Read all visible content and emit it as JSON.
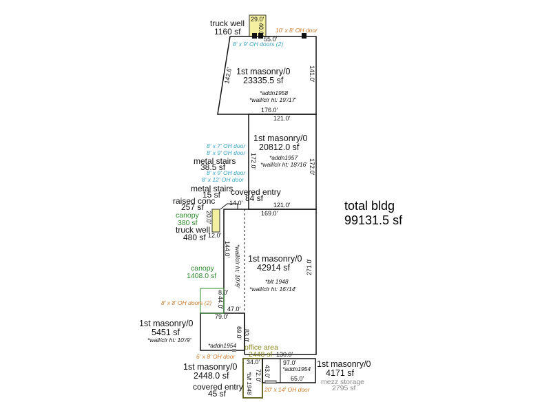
{
  "colors": {
    "door_blue": "#3aa6c8",
    "door_orange": "#d07a2a",
    "canopy_green": "#2e8b2e",
    "office_olive": "#8a8a20",
    "mezz_gray": "#888888",
    "truckwell_fill": "#f5f0a0"
  },
  "total": {
    "label": "total bldg",
    "area": "99131.5 sf"
  },
  "areas": [
    {
      "name": "1st masonry/0",
      "sf": "23335.5 sf",
      "notes": [
        "*addn1958",
        "*wall/clr ht: 19'/17'"
      ]
    },
    {
      "name": "1st masonry/0",
      "sf": "20812.0 sf",
      "notes": [
        "*addn1957",
        "*wall/clr ht: 18'/16'"
      ]
    },
    {
      "name": "1st masonry/0",
      "sf": "42914 sf",
      "notes": [
        "*blt 1948",
        "*wall/clr ht: 16'/14'"
      ]
    },
    {
      "name": "1st masonry/0",
      "sf": "5451 sf",
      "notes": [
        "*wall/clr ht: 10'/9'",
        "*addn1954"
      ]
    },
    {
      "name": "1st masonry/0",
      "sf": "2448.0 sf",
      "notes": [
        "*blt 1948"
      ]
    },
    {
      "name": "1st masonry/0",
      "sf": "4171 sf",
      "notes": [
        "*addn1954"
      ]
    }
  ],
  "features": {
    "truck_well_top": {
      "name": "truck well",
      "sf": "1160 sf"
    },
    "metal_stairs_1": {
      "name": "metal stairs",
      "sf": "38.5 sf"
    },
    "metal_stairs_2": {
      "name": "metal stairs",
      "sf": "15 sf"
    },
    "covered_entry_1": {
      "name": "covered entry",
      "sf": "84 sf"
    },
    "raised_conc": {
      "name": "raised conc",
      "sf": "257 sf"
    },
    "canopy_1": {
      "name": "canopy",
      "sf": "380 sf"
    },
    "truck_well_2": {
      "name": "truck well",
      "sf": "480 sf"
    },
    "canopy_2": {
      "name": "canopy",
      "sf": "1408.0 sf"
    },
    "office_area": {
      "name": "office area",
      "sf": "2448 sf"
    },
    "mezz_storage": {
      "name": "mezz storage",
      "sf": "2795 sf"
    },
    "covered_entry_2": {
      "name": "covered entry",
      "sf": "45 sf"
    }
  },
  "doors": {
    "d1": "10' x 8' OH door",
    "d2": "8' x 9' OH doors (2)",
    "d3": "8' x 7' OH door",
    "d4": "8' x 9' OH door",
    "d5": "8' x 9' OH door",
    "d6": "8' x 12' OH door",
    "d7": "8' x 8' OH doors (2)",
    "d8": "6' x 8' OH door",
    "d9": "20' x 14' OH door"
  },
  "dims": {
    "a": "29.0'",
    "b": "40.0'",
    "c": "55.0'",
    "d": "142.6'",
    "e": "141.0'",
    "f": "176.0'",
    "g": "121.0'",
    "h": "172.0'",
    "i": "172.0'",
    "j": "14.0'",
    "k": "121.0'",
    "l": "169.0'",
    "m": "20.0'",
    "n": "12.0'",
    "o": "144.0'",
    "p": "*wall/clr ht: 10'/9'",
    "q": "271.0'",
    "r": "8.0'",
    "s": "44.0'",
    "t": "47.0'",
    "u": "79.0'",
    "v": "69.0'",
    "w": "83.0'",
    "x": "130.0'",
    "y": "34.0'",
    "z": "72.0'",
    "aa": "43.0'",
    "bb": "97.0'",
    "cc": "65.0'"
  }
}
